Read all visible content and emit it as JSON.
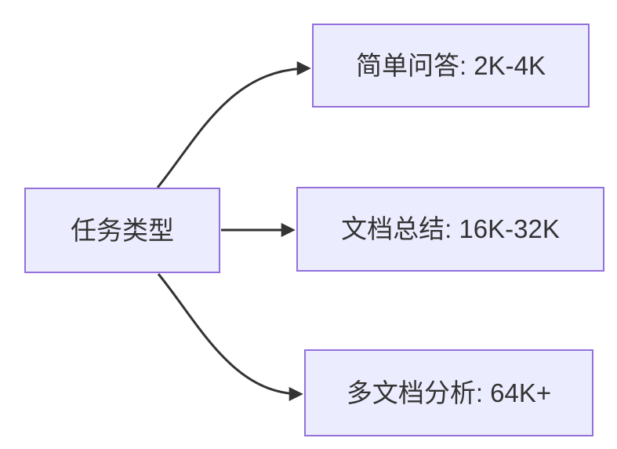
{
  "diagram": {
    "type": "flowchart",
    "direction": "LR",
    "background": "#FFFFFF",
    "colors": {
      "node_fill": "#ECECFF",
      "node_border": "#9370DB",
      "node_text": "#333333",
      "edge": "#333333"
    },
    "nodes": {
      "root": {
        "label": "任务类型"
      },
      "branches": [
        {
          "label": "简单问答: 2K-4K"
        },
        {
          "label": "文档总结: 16K-32K"
        },
        {
          "label": "多文档分析: 64K+"
        }
      ]
    },
    "edges": [
      {
        "from": "任务类型",
        "to": "简单问答: 2K-4K"
      },
      {
        "from": "任务类型",
        "to": "文档总结: 16K-32K"
      },
      {
        "from": "任务类型",
        "to": "多文档分析: 64K+"
      }
    ]
  }
}
